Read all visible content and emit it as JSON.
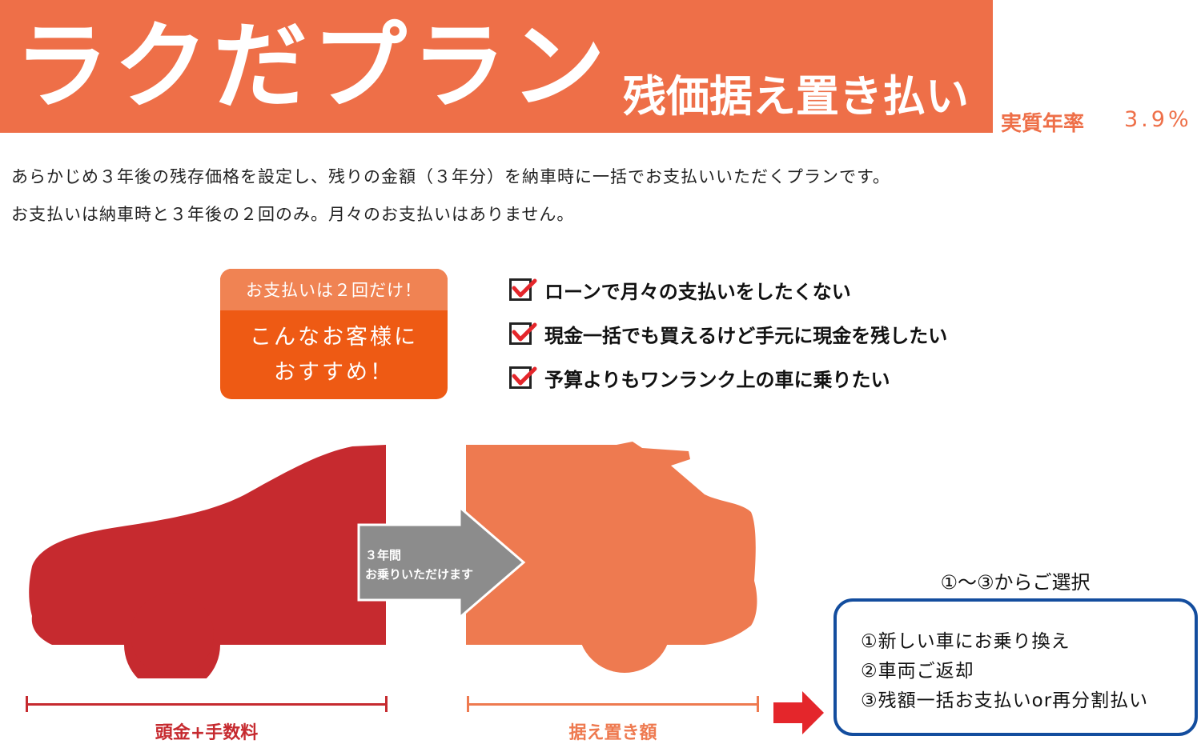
{
  "header": {
    "title": "ラクだプラン",
    "subtitle": "残価据え置き払い",
    "rate_label": "実質年率",
    "rate_value": "3.9%"
  },
  "description": {
    "line1": "あらかじめ３年後の残存価格を設定し、残りの金額（３年分）を納車時に一括でお支払いいただくプランです。",
    "line2": "お支払いは納車時と３年後の２回のみ。月々のお支払いはありません。"
  },
  "recommend": {
    "top_label": "お支払いは２回だけ！",
    "main_line1": "こんなお客様に",
    "main_line2": "おすすめ！"
  },
  "checklist": [
    "ローンで月々の支払いをしたくない",
    "現金一括でも買えるけど手元に現金を残したい",
    "予算よりもワンランク上の車に乗りたい"
  ],
  "diagram": {
    "arrow_line1": "３年間",
    "arrow_line2": "お乗りいただけます",
    "left_label": "頭金+手数料",
    "right_label": "据え置き額"
  },
  "options": {
    "heading": "①〜③からご選択",
    "items": [
      "①新しい車にお乗り換え",
      "②車両ご返却",
      "③残額一括お支払いor再分割払い"
    ]
  },
  "colors": {
    "banner": "#ee6f48",
    "car_left": "#c62a2f",
    "car_right": "#ee7a50",
    "recommend": "#ee5a14",
    "options_border": "#134d9e",
    "arrow_gray": "#8c8c8c",
    "arrow_red": "#e4262b"
  }
}
